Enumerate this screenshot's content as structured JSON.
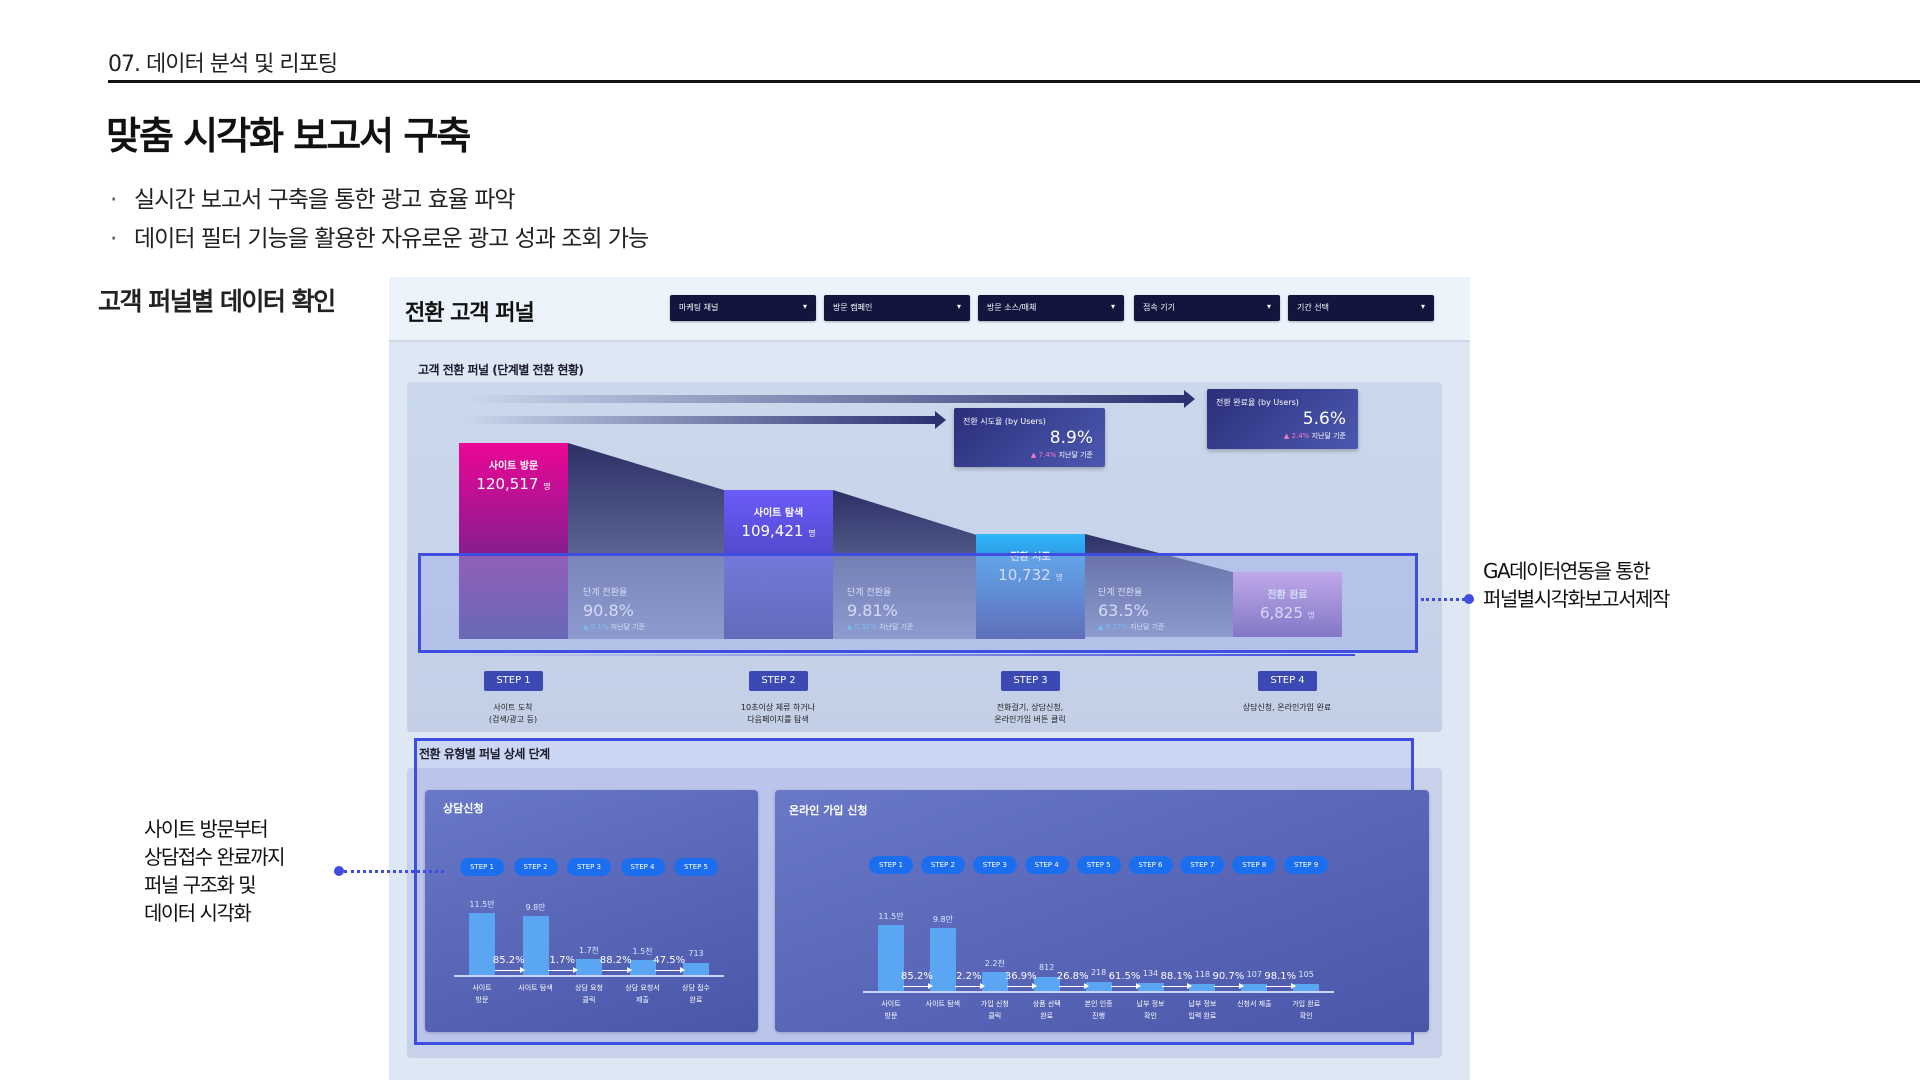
{
  "header": {
    "crumb": "07. 데이터 분석 및 리포팅",
    "title": "맞춤 시각화 보고서 구축",
    "bullets": [
      "실시간 보고서 구축을 통한 광고 효율 파악",
      "데이터 필터 기능을 활용한 자유로운 광고 성과 조회 가능"
    ],
    "bullet_mark": "·"
  },
  "left_label": "고객 퍼널별 데이터 확인",
  "dashboard": {
    "title": "전환 고객 퍼널",
    "filters": [
      {
        "label": "마케팅 채널"
      },
      {
        "label": "방문 캠페인"
      },
      {
        "label": "방문 소스/매체"
      },
      {
        "label": "접속 기기"
      },
      {
        "label": "기간 선택"
      }
    ],
    "caret": "▾",
    "funnel_title": "고객 전환 퍼널 (단계별 전환 현황)",
    "kpis": [
      {
        "label": "전환 시도율 (by Users)",
        "value": "8.9%",
        "delta": "▲ 7.4%",
        "delta_note": "지난달 기준"
      },
      {
        "label": "전환 완료율 (by Users)",
        "value": "5.6%",
        "delta": "▲ 2.4%",
        "delta_note": "지난달 기준"
      }
    ],
    "stages": [
      {
        "name": "사이트 방문",
        "count": "120,517",
        "unit": "명",
        "step": "STEP 1",
        "desc": [
          "사이트 도착",
          "(검색/광고 등)"
        ],
        "color_top": "#ec0596",
        "color_bottom": "#3b2f8c"
      },
      {
        "name": "사이트 탐색",
        "count": "109,421",
        "unit": "명",
        "step": "STEP 2",
        "desc": [
          "10초이상 체류 하거나",
          "다음페이지를 탐색"
        ],
        "color_top": "#6b5bfa",
        "color_bottom": "#2f3591"
      },
      {
        "name": "전환 시도",
        "count": "10,732",
        "unit": "명",
        "step": "STEP 3",
        "desc": [
          "전화걸기, 상담신청,",
          "온라인가입 버튼 클릭"
        ],
        "color_top": "#2fb6fc",
        "color_bottom": "#2c3a92"
      },
      {
        "name": "전환 완료",
        "count": "6,825",
        "unit": "명",
        "step": "STEP 4",
        "desc": [
          "상담신청, 온라인가입 완료",
          ""
        ],
        "color_top": "#dba3e8",
        "color_bottom": "#6b4aa9"
      }
    ],
    "stage_rates": [
      {
        "label": "단계 전환율",
        "value": "90.8%",
        "delta": "▲ 0.1%",
        "note": "지난달 기준"
      },
      {
        "label": "단계 전환율",
        "value": "9.81%",
        "delta": "▲ 0.32%",
        "note": "지난달 기준"
      },
      {
        "label": "단계 전환율",
        "value": "63.5%",
        "delta": "▲ 0.27%",
        "note": "지난달 기준"
      }
    ],
    "detail_title": "전환 유형별 퍼널 상세 단계",
    "chart_data": [
      {
        "type": "bar",
        "title": "상담신청",
        "steps": [
          "STEP 1",
          "STEP 2",
          "STEP 3",
          "STEP 4",
          "STEP 5"
        ],
        "categories": [
          [
            "사이트",
            "방문"
          ],
          [
            "사이트 탐색",
            ""
          ],
          [
            "상담 요청",
            "클릭"
          ],
          [
            "상담 요청서",
            "제출"
          ],
          [
            "상담 접수",
            "완료"
          ]
        ],
        "values": [
          115000,
          98000,
          1700,
          1500,
          713
        ],
        "value_labels": [
          "11.5만",
          "9.8만",
          "1.7천",
          "1.5천",
          "713"
        ],
        "rates": [
          "85.2%",
          "1.7%",
          "88.2%",
          "47.5%"
        ]
      },
      {
        "type": "bar",
        "title": "온라인 가입 신청",
        "steps": [
          "STEP 1",
          "STEP 2",
          "STEP 3",
          "STEP 4",
          "STEP 5",
          "STEP 6",
          "STEP 7",
          "STEP 8",
          "STEP 9"
        ],
        "categories": [
          [
            "사이트",
            "방문"
          ],
          [
            "사이트 탐색",
            ""
          ],
          [
            "가입 신청",
            "클릭"
          ],
          [
            "상품 선택",
            "완료"
          ],
          [
            "본인 인증",
            "진행"
          ],
          [
            "납부 정보",
            "확인"
          ],
          [
            "납부 정보",
            "입력 완료"
          ],
          [
            "신청서 제출",
            ""
          ],
          [
            "가입 완료",
            "확인"
          ]
        ],
        "values": [
          115000,
          98000,
          2200,
          812,
          218,
          134,
          118,
          107,
          105
        ],
        "value_labels": [
          "11.5만",
          "9.8만",
          "2.2천",
          "812",
          "218",
          "134",
          "118",
          "107",
          "105"
        ],
        "rates": [
          "85.2%",
          "2.2%",
          "36.9%",
          "26.8%",
          "61.5%",
          "88.1%",
          "90.7%",
          "98.1%"
        ]
      }
    ]
  },
  "annotations": {
    "right": [
      "GA데이터연동을 통한",
      "퍼널별시각화보고서제작"
    ],
    "left": [
      "사이트 방문부터",
      "상담접수 완료까지",
      "퍼널 구조화 및",
      "데이터 시각화"
    ]
  },
  "colors": {
    "accent": "#3f4ee0",
    "navy": "#12163e",
    "pill": "#1b6fef"
  }
}
